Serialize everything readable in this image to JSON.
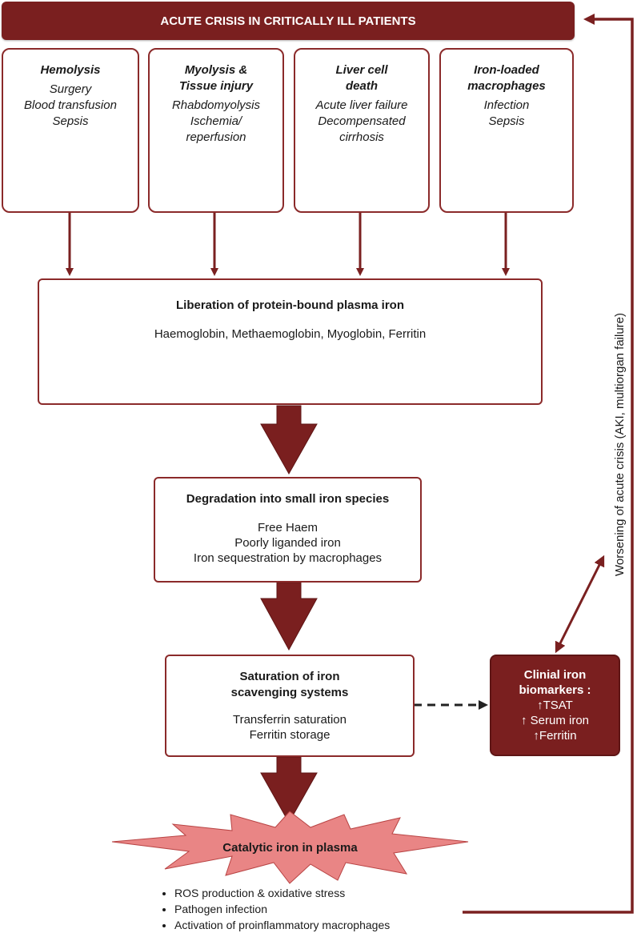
{
  "banner": {
    "title": "ACUTE CRISIS IN CRITICALLY ILL PATIENTS"
  },
  "causes": [
    {
      "title_lines": [
        "Hemolysis"
      ],
      "items": [
        "Surgery",
        "Blood transfusion",
        "Sepsis"
      ],
      "icon": "red-blood-cells-icon"
    },
    {
      "title_lines": [
        "Myolysis &",
        "Tissue injury"
      ],
      "items": [
        "Rhabdomyolysis",
        "Ischemia/",
        "reperfusion"
      ],
      "icon": "muscle-fiber-icon"
    },
    {
      "title_lines": [
        "Liver cell",
        "death"
      ],
      "items": [
        "Acute liver failure",
        "Decompensated",
        "cirrhosis"
      ],
      "icon": "liver-icon"
    },
    {
      "title_lines": [
        "Iron-loaded",
        "macrophages"
      ],
      "items": [
        "Infection",
        "Sepsis"
      ],
      "icon": "macrophage-cells-icon"
    }
  ],
  "liberation": {
    "title": "Liberation of protein-bound plasma iron",
    "subtitle": "Haemoglobin, Methaemoglobin, Myoglobin, Ferritin",
    "icons": [
      "haemoglobin-structure-icon",
      "myoglobin-structure-icon",
      "ferritin-structure-icon"
    ]
  },
  "degradation": {
    "title": "Degradation into small iron species",
    "items": [
      "Free Haem",
      "Poorly liganded iron",
      "Iron sequestration by macrophages"
    ]
  },
  "saturation": {
    "title_lines": [
      "Saturation of iron",
      "scavenging systems"
    ],
    "items": [
      "Transferrin saturation",
      "Ferritin storage"
    ]
  },
  "biomarkers": {
    "title_lines": [
      "Clinial iron",
      "biomarkers :"
    ],
    "items": [
      "↑TSAT",
      "↑ Serum iron",
      "↑Ferritin"
    ]
  },
  "catalytic": {
    "title": "Catalytic iron in plasma"
  },
  "effects": [
    "ROS production & oxidative stress",
    "Pathogen infection",
    "Activation of proinflammatory macrophages"
  ],
  "feedback_label": "Worsening of acute crisis (AKI, multiorgan failure)",
  "colors": {
    "maroon": "#7a1f1f",
    "border": "#8b2a2a",
    "starburst": "#e87d7d"
  }
}
